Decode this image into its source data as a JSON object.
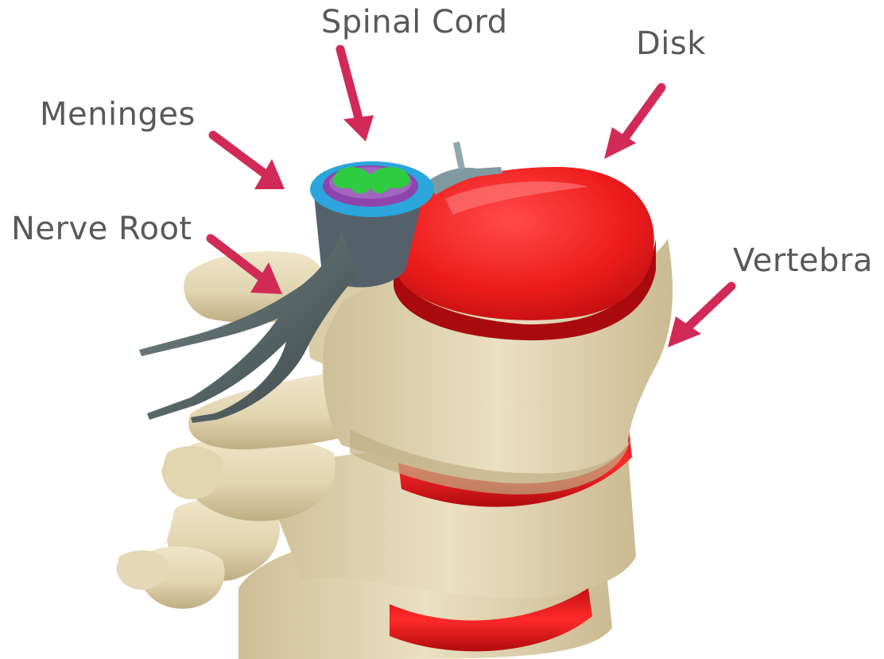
{
  "labels": {
    "spinal_cord": "Spinal Cord",
    "disk": "Disk",
    "meninges": "Meninges",
    "nerve_root": "Nerve Root",
    "vertebra": "Vertebra"
  },
  "colors": {
    "background": "#ffffff",
    "label_text": "#595959",
    "arrow": "#d12a57",
    "bone": "#e6dcbc",
    "bone_shadow": "#c2b48c",
    "disk": "#e8141a",
    "disk_highlight": "#ff6b6b",
    "nerve": "#4d5a5c",
    "meninges_outer": "#2aa6dc",
    "meninges_inner": "#9b59b6",
    "spinal_cord_gray_matter": "#2ecc40"
  },
  "icons": {
    "pointer": "arrow-icon"
  }
}
